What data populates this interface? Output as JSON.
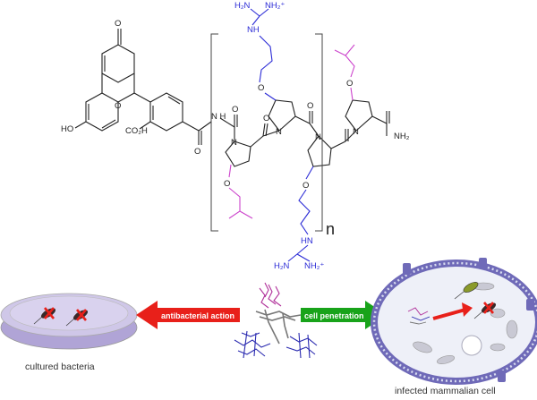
{
  "molecule": {
    "atoms": {
      "ketone_o": "O",
      "xanthene_o": "O",
      "hydroxyl": "HO",
      "carboxyl": "CO₂H",
      "amide_nh": "N\nH",
      "amide_o1": "O",
      "amide_o2": "O",
      "amide_o3": "O",
      "amide_o4": "O",
      "ring_n1": "N",
      "ring_n2": "N",
      "ring_n3": "N",
      "ring_n4": "N",
      "ether_o1": "O",
      "ether_o2": "O",
      "ether_o3": "O",
      "ether_o4": "O",
      "terminal_nh2": "NH₂",
      "guan_top_h2n": "H₂N",
      "guan_top_nh2": "NH₂⁺",
      "guan_top_nh": "NH",
      "guan_bot_hn": "HN",
      "guan_bot_h2n": "H₂N",
      "guan_bot_nh2": "NH₂⁺"
    },
    "repeat_subscript": "n"
  },
  "labels": {
    "antibacterial": "antibacterial action",
    "penetration": "cell penetration",
    "bacteria_caption": "cultured bacteria",
    "cell_caption": "infected mammalian cell"
  },
  "colors": {
    "guanidine": "#2b2bd6",
    "isobutyl": "#cc44cc",
    "antibacterial_arrow": "#e8201a",
    "penetration_arrow": "#18a31a",
    "dish": "#b9aedb",
    "cell_membrane": "#6f6ab8"
  }
}
